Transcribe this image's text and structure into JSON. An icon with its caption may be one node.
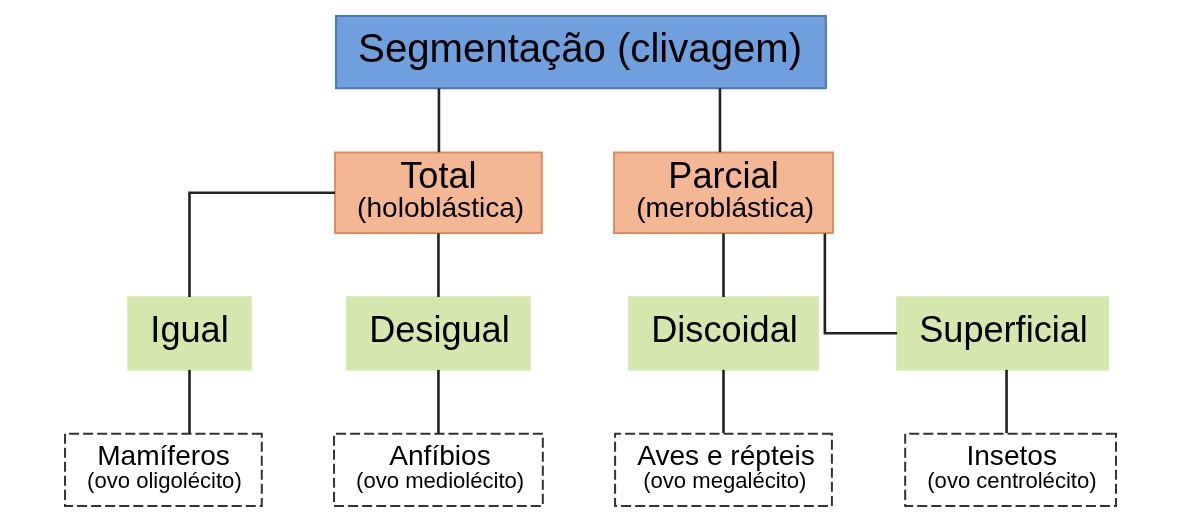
{
  "diagram": {
    "nodes": [
      {
        "text": [
          "Segmentação (clivagem)"
        ]
      },
      {
        "text": [
          "Total",
          "(holoblástica)"
        ]
      },
      {
        "text": [
          "Parcial",
          "(meroblástica)"
        ]
      },
      {
        "text": [
          "Igual"
        ]
      },
      {
        "text": [
          "Desigual"
        ]
      },
      {
        "text": [
          "Discoidal"
        ]
      },
      {
        "text": [
          "Superficial"
        ]
      },
      {
        "text": [
          "Mamíferos",
          "(ovo oligolécito)"
        ]
      },
      {
        "text": [
          "Anfíbios",
          "(ovo mediolécito)"
        ]
      },
      {
        "text": [
          "Aves e répteis",
          "(ovo megalécito)"
        ]
      },
      {
        "text": [
          "Insetos",
          "(ovo centrolécito)"
        ]
      }
    ],
    "edges": [
      {
        "from": 0,
        "to": 1,
        "arrow": "none"
      },
      {
        "from": 0,
        "to": 2,
        "arrow": "none"
      },
      {
        "from": 1,
        "to": 3,
        "arrow": "none"
      },
      {
        "from": 1,
        "to": 4,
        "arrow": "none"
      },
      {
        "from": 2,
        "to": 5,
        "arrow": "none"
      },
      {
        "from": 2,
        "to": 6,
        "arrow": "none"
      },
      {
        "from": 3,
        "to": 7,
        "arrow": "none"
      },
      {
        "from": 4,
        "to": 8,
        "arrow": "none"
      },
      {
        "from": 5,
        "to": 9,
        "arrow": "none"
      },
      {
        "from": 6,
        "to": 10,
        "arrow": "none"
      }
    ]
  }
}
